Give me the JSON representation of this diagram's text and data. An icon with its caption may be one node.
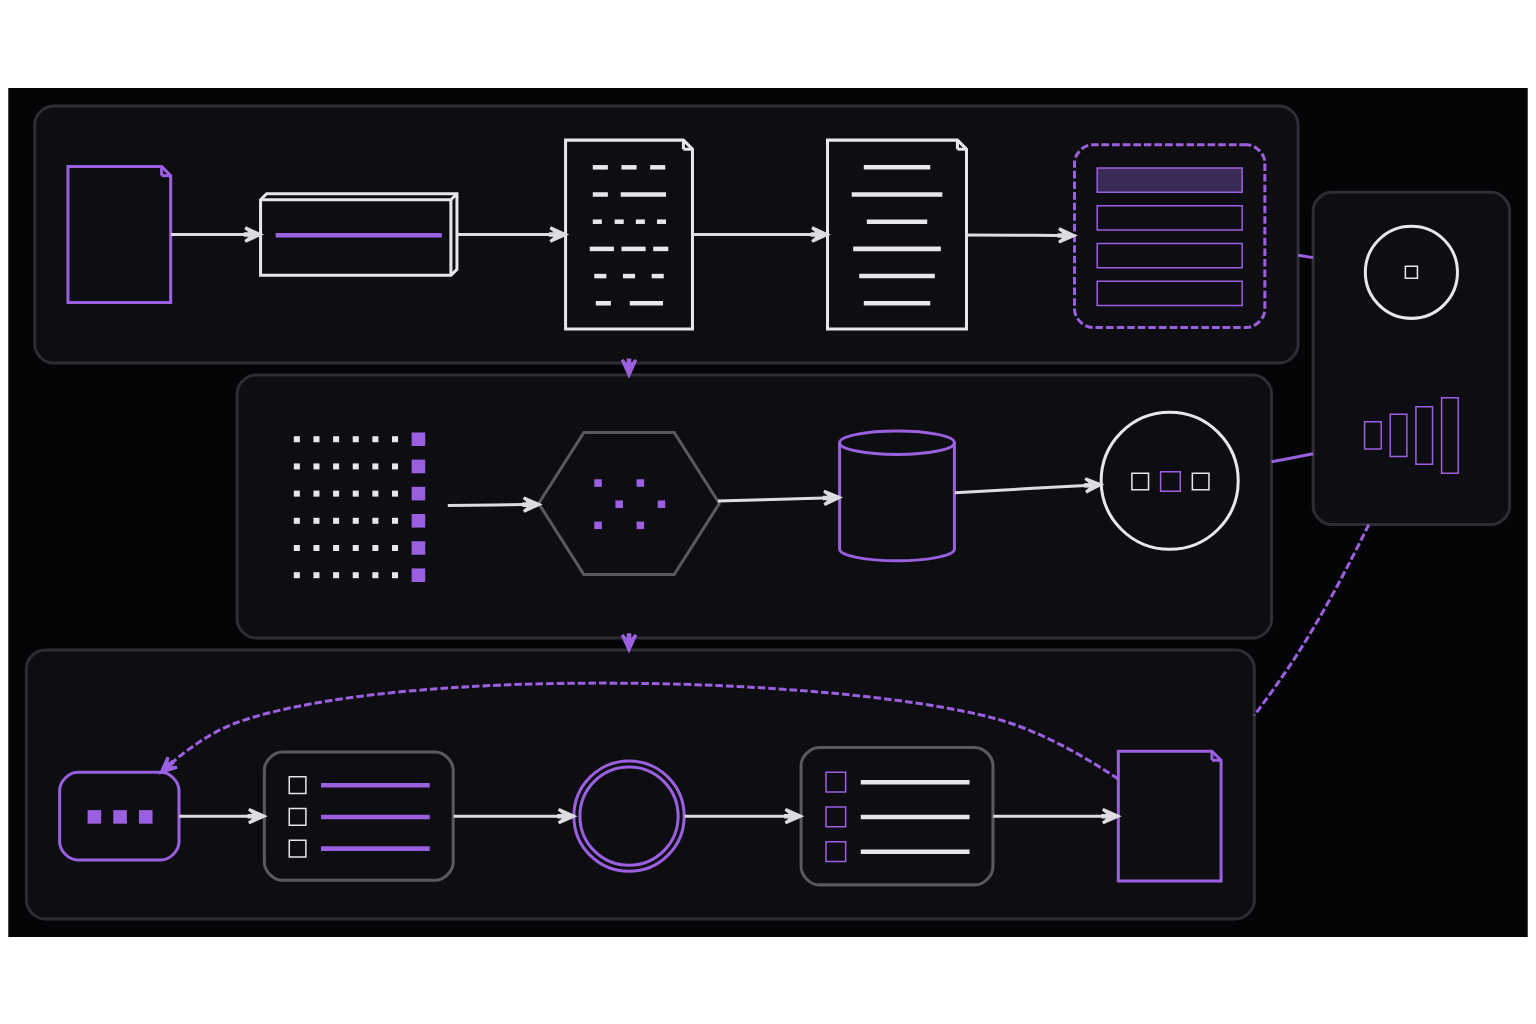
{
  "diagram": {
    "nodes": [
      {
        "text": [],
        "shape": "box"
      },
      {
        "text": [],
        "shape": "picture",
        "in": 0
      },
      {
        "text": [],
        "shape": "picture",
        "in": 0
      },
      {
        "text": [],
        "shape": "picture",
        "in": 0
      },
      {
        "text": [],
        "shape": "picture",
        "in": 0
      },
      {
        "text": [],
        "shape": "picture",
        "in": 0
      },
      {
        "text": [],
        "shape": "box"
      },
      {
        "text": [],
        "shape": "picture",
        "in": 6
      },
      {
        "text": [],
        "shape": "picture",
        "in": 6
      },
      {
        "text": [],
        "shape": "cylinder",
        "in": 6
      },
      {
        "text": [],
        "shape": "picture",
        "in": 6
      },
      {
        "text": [],
        "shape": "box"
      },
      {
        "text": [],
        "shape": "picture",
        "in": 11
      },
      {
        "text": [],
        "shape": "picture",
        "in": 11
      },
      {
        "text": [],
        "shape": "picture",
        "in": 11
      },
      {
        "text": [],
        "shape": "picture",
        "in": 11
      },
      {
        "text": [],
        "shape": "picture",
        "in": 11
      },
      {
        "text": [],
        "shape": "box"
      },
      {
        "text": [],
        "shape": "picture",
        "in": 17
      },
      {
        "text": [],
        "shape": "picture",
        "in": 17
      }
    ],
    "edges": [
      {
        "from": 1,
        "to": 2,
        "arrow": "to"
      },
      {
        "from": 2,
        "to": 3,
        "arrow": "to"
      },
      {
        "from": 3,
        "to": 4,
        "arrow": "to"
      },
      {
        "from": 4,
        "to": 5,
        "arrow": "to"
      },
      {
        "from": 0,
        "to": 6,
        "arrow": "to",
        "style": "dashed",
        "color": "#9a60e0"
      },
      {
        "from": 7,
        "to": 8,
        "arrow": "to"
      },
      {
        "from": 8,
        "to": 9,
        "arrow": "to"
      },
      {
        "from": 9,
        "to": 10,
        "arrow": "to"
      },
      {
        "from": 6,
        "to": 11,
        "arrow": "to",
        "color": "#9a60e0"
      },
      {
        "from": 12,
        "to": 13,
        "arrow": "to"
      },
      {
        "from": 13,
        "to": 14,
        "arrow": "to"
      },
      {
        "from": 14,
        "to": 15,
        "arrow": "to"
      },
      {
        "from": 15,
        "to": 16,
        "arrow": "to"
      },
      {
        "from": 0,
        "to": 17,
        "arrow": "none",
        "color": "#9a60e0"
      },
      {
        "from": 6,
        "to": 17,
        "arrow": "none",
        "color": "#9a60e0"
      },
      {
        "from": 17,
        "to": 11,
        "arrow": "none",
        "style": "dashed",
        "color": "#9a60e0"
      },
      {
        "from": 16,
        "to": 12,
        "arrow": "to",
        "style": "dashed",
        "color": "#9a60e0"
      }
    ]
  }
}
